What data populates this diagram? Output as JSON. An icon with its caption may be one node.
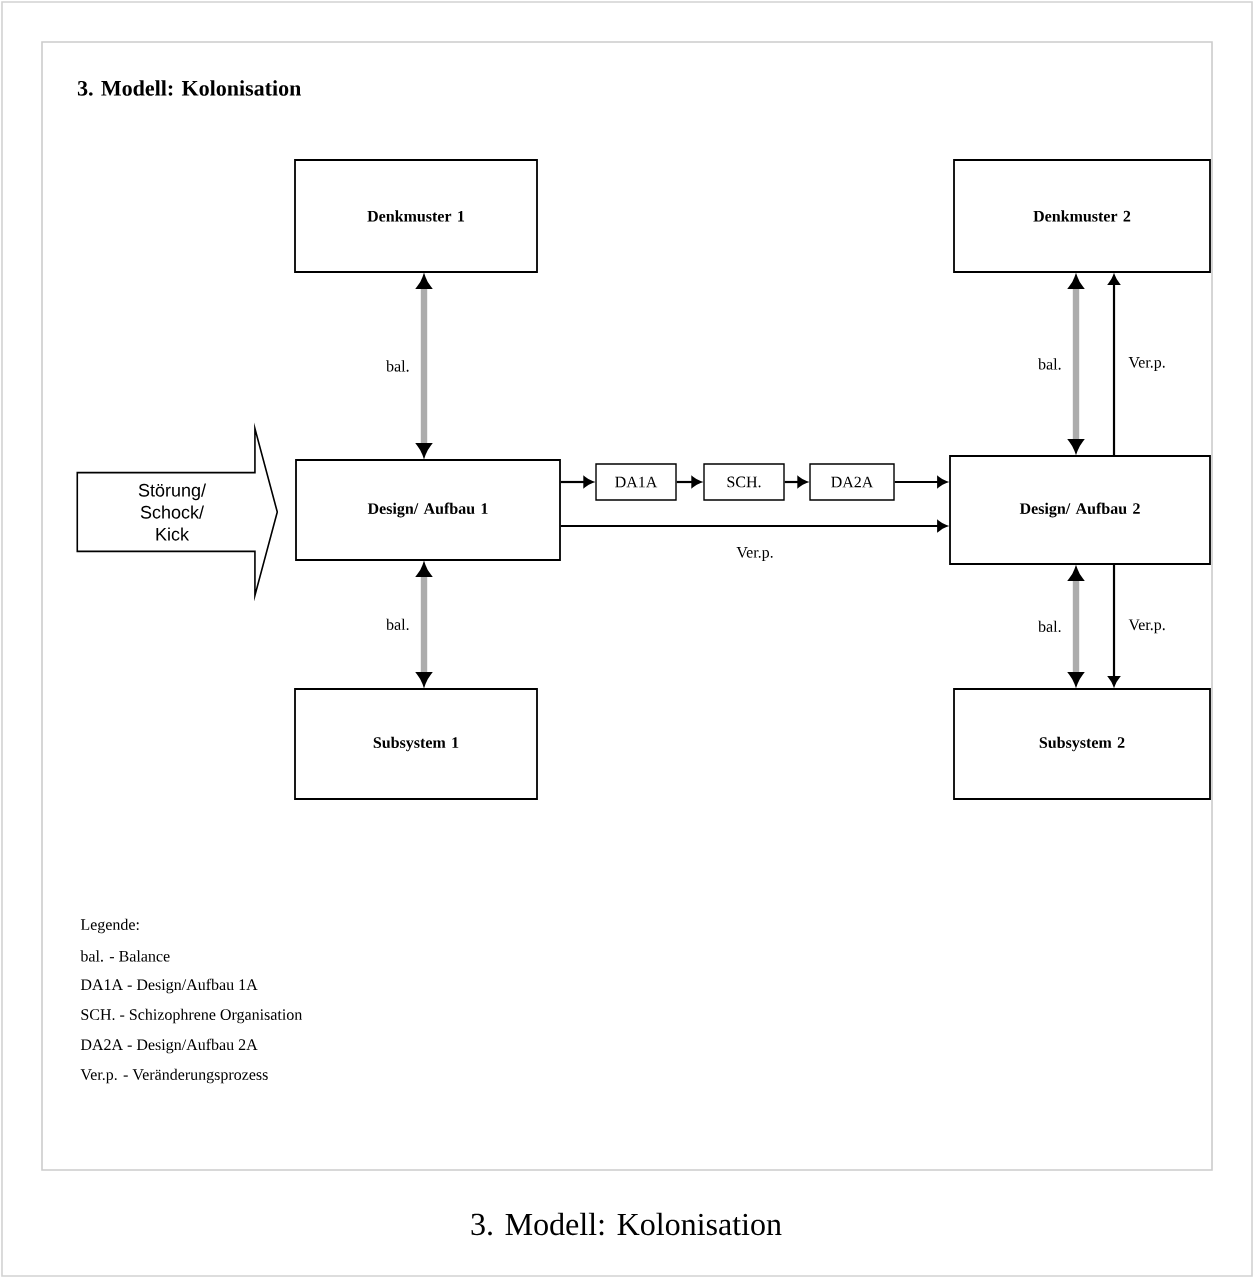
{
  "diagram": {
    "title": "3. Modell: Kolonisation",
    "caption": "3. Modell: Kolonisation",
    "nodes": [
      {
        "text": [
          "Denkmuster 1"
        ]
      },
      {
        "text": [
          "Denkmuster 2"
        ]
      },
      {
        "text": [
          "Störung/ Schock/ Kick"
        ]
      },
      {
        "text": [
          "Design/ Aufbau 1"
        ]
      },
      {
        "text": [
          "DA1A"
        ]
      },
      {
        "text": [
          "SCH."
        ]
      },
      {
        "text": [
          "DA2A"
        ]
      },
      {
        "text": [
          "Design/ Aufbau 2"
        ]
      },
      {
        "text": [
          "Subsystem 1"
        ]
      },
      {
        "text": [
          "Subsystem 2"
        ]
      }
    ],
    "edges": [
      {
        "from": 0,
        "to": 3,
        "arrow": "both",
        "label": "bal.",
        "style": "thick",
        "color": "#acacac"
      },
      {
        "from": 3,
        "to": 4,
        "arrow": "to"
      },
      {
        "from": 4,
        "to": 5,
        "arrow": "to"
      },
      {
        "from": 5,
        "to": 6,
        "arrow": "to"
      },
      {
        "from": 6,
        "to": 7,
        "arrow": "to"
      },
      {
        "from": 3,
        "to": 7,
        "arrow": "to",
        "label": "Ver.p."
      },
      {
        "from": 3,
        "to": 8,
        "arrow": "both",
        "label": "bal.",
        "style": "thick",
        "color": "#acacac"
      },
      {
        "from": 1,
        "to": 7,
        "arrow": "both",
        "label": "bal.",
        "style": "thick",
        "color": "#acacac"
      },
      {
        "from": 7,
        "to": 1,
        "arrow": "to",
        "label": "Ver.p."
      },
      {
        "from": 7,
        "to": 9,
        "arrow": "both",
        "label": "bal.",
        "style": "thick",
        "color": "#acacac"
      },
      {
        "from": 7,
        "to": 9,
        "arrow": "to",
        "label": "Ver.p."
      }
    ],
    "labels": [
      "Legende:",
      "bal. - Balance",
      "DA1A - Design/Aufbau 1A",
      "SCH. - Schizophrene Organisation",
      "DA2A - Design/Aufbau 2A",
      "Ver.p. - Veränderungsprozess"
    ]
  }
}
